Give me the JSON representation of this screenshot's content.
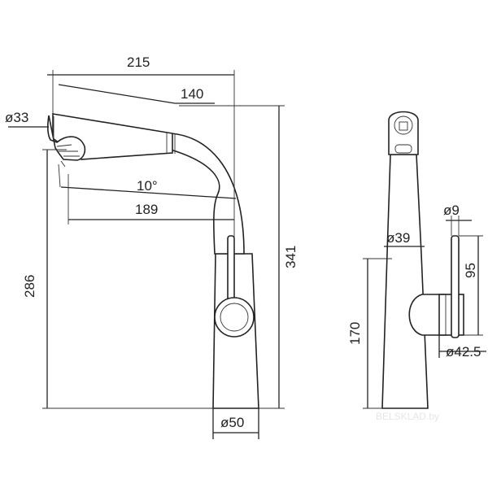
{
  "dimensions": {
    "d_215": "215",
    "d_140": "140",
    "d_o33": "ø33",
    "d_10deg": "10°",
    "d_189": "189",
    "d_286": "286",
    "d_341": "341",
    "d_o50": "ø50",
    "d_o9": "ø9",
    "d_o39": "ø39",
    "d_95": "95",
    "d_170": "170",
    "d_o42_5": "ø42.5"
  },
  "watermark": "BELSKLAD.by",
  "colors": {
    "line": "#222222",
    "background": "#ffffff",
    "watermark": "#e6e6e6"
  }
}
